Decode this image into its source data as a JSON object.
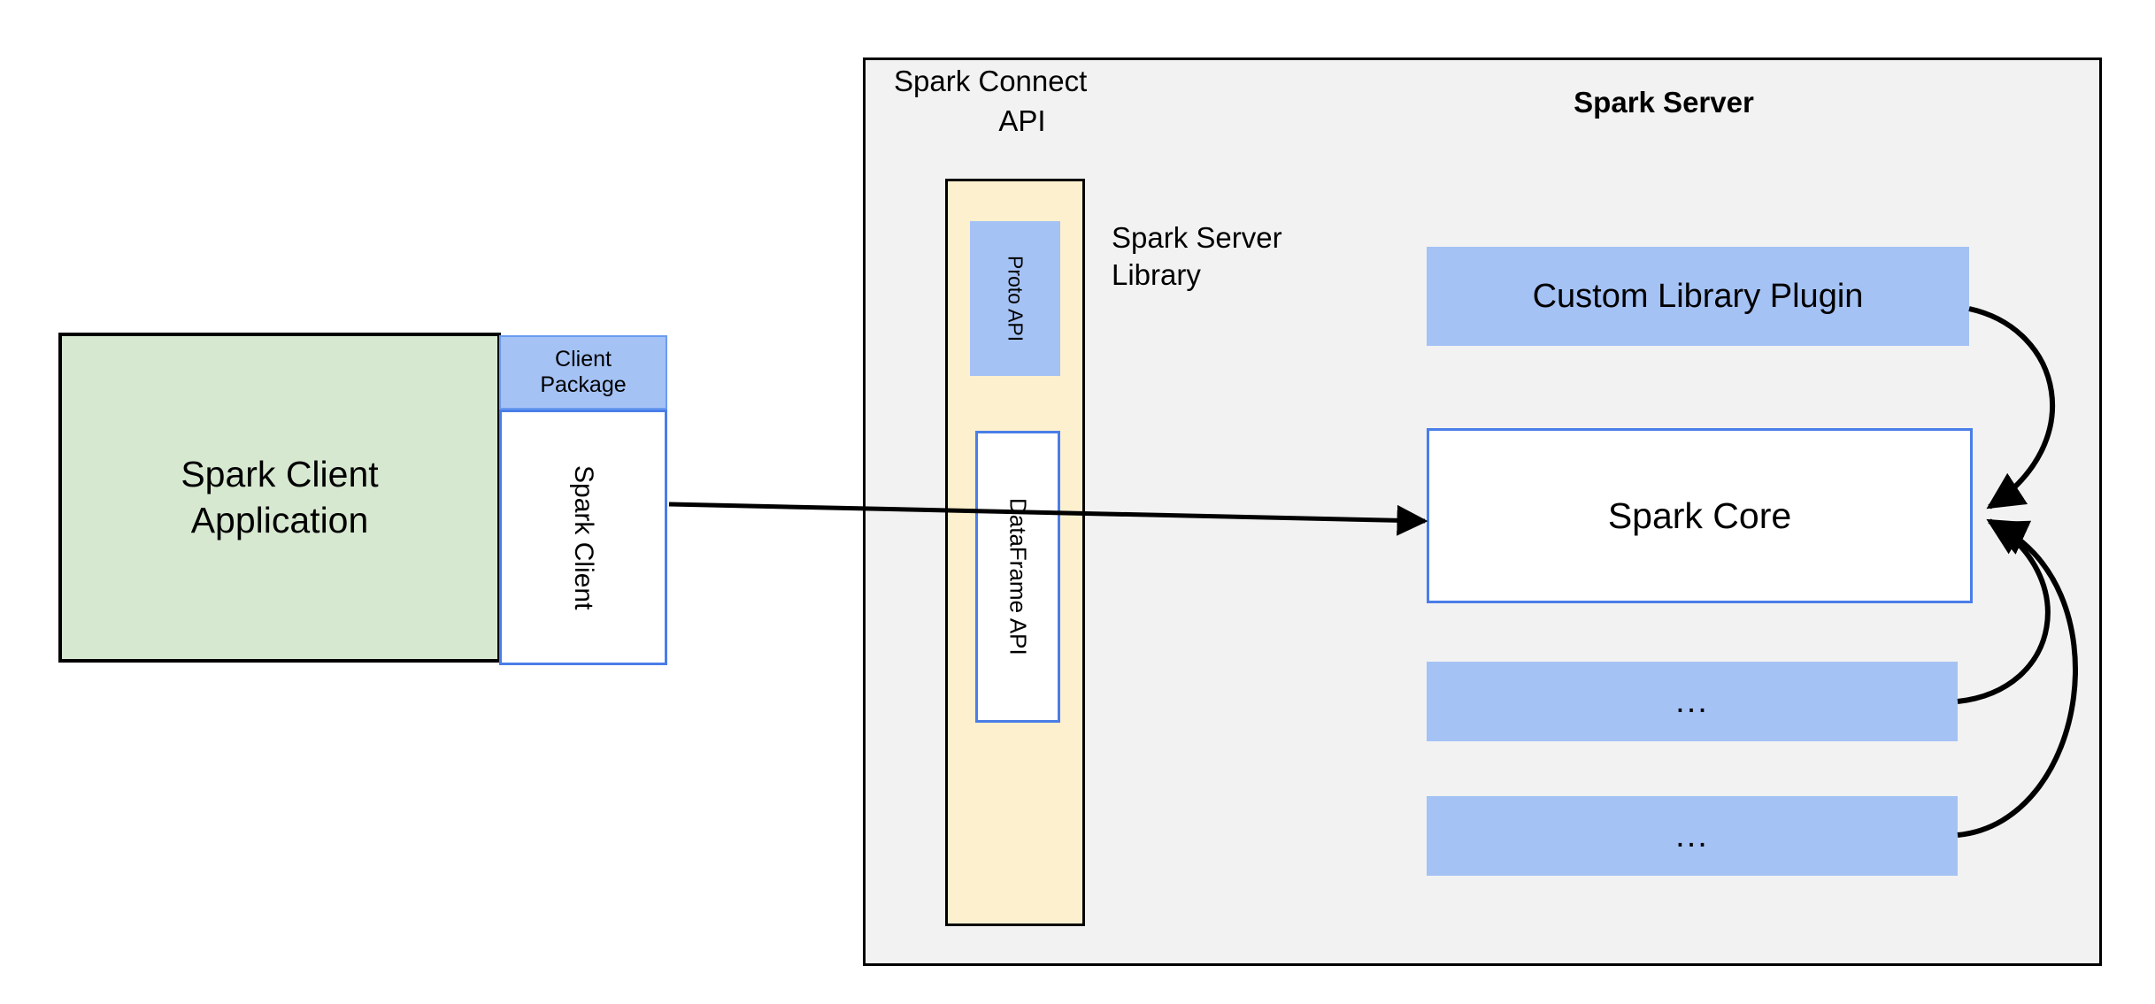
{
  "diagram": {
    "title": "Spark Connect architecture",
    "colors": {
      "client_app_fill": "#d7e8d0",
      "package_fill": "#a5c2f5",
      "connect_column_fill": "#fdf0ce",
      "server_fill": "#f2f2f2",
      "box_border_blue": "#4a7ee8",
      "box_border_black": "#000000",
      "white_fill": "#ffffff",
      "arrow": "#000000"
    }
  },
  "client": {
    "app_label_line1": "Spark Client",
    "app_label_line2": "Application",
    "package_label_line1": "Client",
    "package_label_line2": "Package",
    "spark_client_label": "Spark Client"
  },
  "server": {
    "connect_api_label_line1": "Spark Connect",
    "connect_api_label_line2": "API",
    "title": "Spark Server",
    "library_label_line1": "Spark Server",
    "library_label_line2": "Library",
    "connect_column": {
      "proto_api_label": "Proto API",
      "dataframe_api_label": "DataFrame API"
    },
    "components": [
      {
        "label": "Custom Library Plugin",
        "style": "blue-fill"
      },
      {
        "label": "Spark Core",
        "style": "white-blue-border"
      },
      {
        "label": "...",
        "style": "blue-fill"
      },
      {
        "label": "...",
        "style": "blue-fill"
      }
    ]
  },
  "connectors": {
    "client_to_core": "Spark Client → Spark Core",
    "plugin_to_core": "Custom Library Plugin → Spark Core",
    "dots1_to_core": "... → Spark Core",
    "dots2_to_core": "... → Spark Core"
  }
}
